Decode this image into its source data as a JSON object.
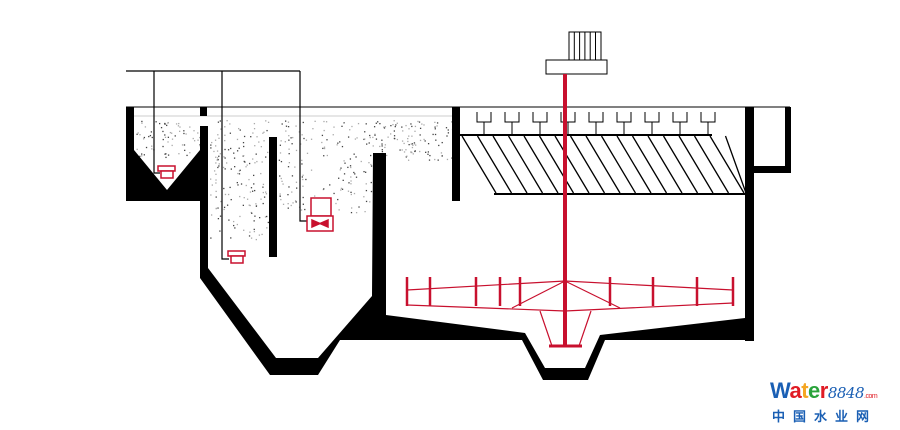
{
  "logo": {
    "brand_letters": [
      "W",
      "a",
      "t",
      "e",
      "r"
    ],
    "brand_number": "8848",
    "brand_suffix": ".com",
    "chinese_name": "中国水业网",
    "letter_colors": [
      "#1a5fb4",
      "#e01b24",
      "#f5a623",
      "#2aa33b",
      "#e01b24"
    ],
    "number_color": "#1a5fb4",
    "suffix_color": "#e01b24",
    "chinese_color": "#1a5fb4"
  },
  "colors": {
    "structure": "#000000",
    "equipment": "#c8102e",
    "sludge": "#555555"
  }
}
